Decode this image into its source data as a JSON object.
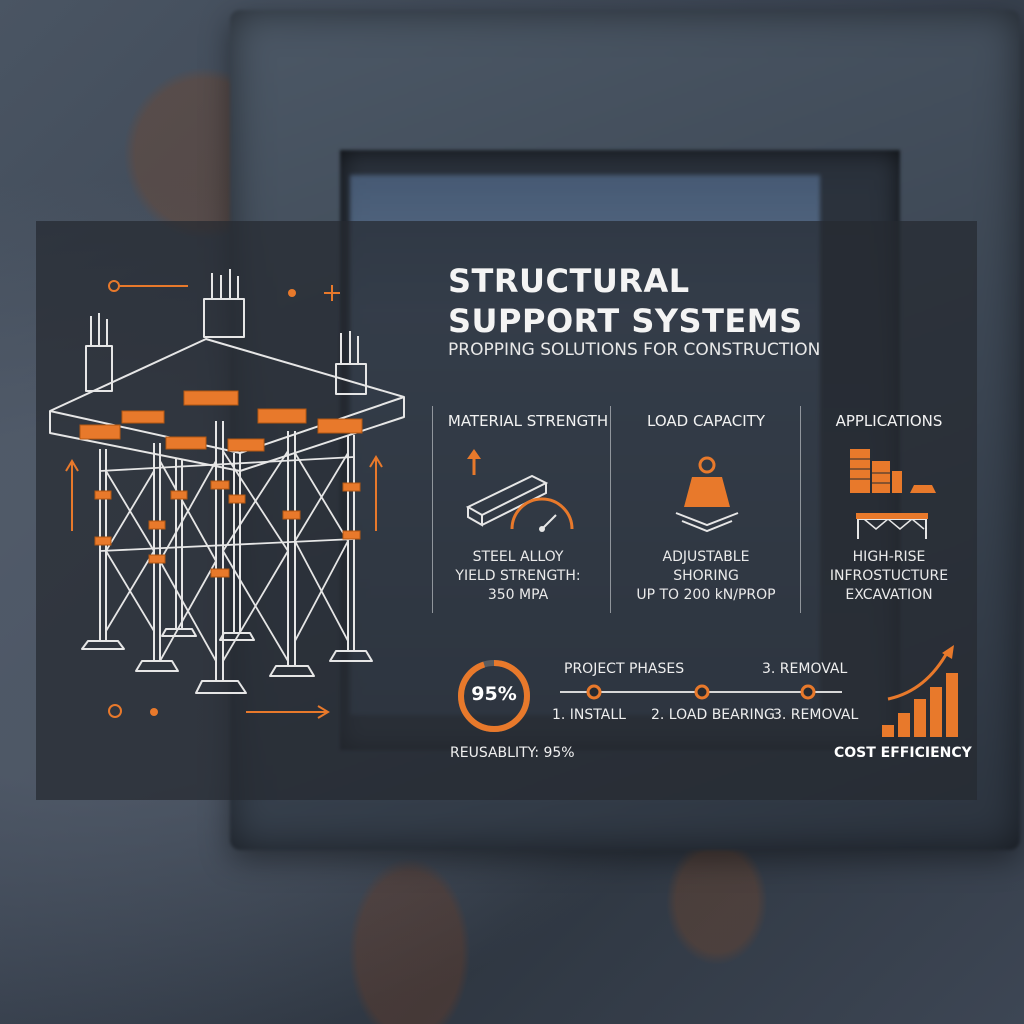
{
  "title_line1": "STRUCTURAL",
  "title_line2": "SUPPORT SYSTEMS",
  "subtitle": "PROPPING SOLUTIONS FOR CONSTRUCTION",
  "columns": [
    {
      "heading": "MATERIAL STRENGTH",
      "lines": [
        "STEEL ALLOY",
        "YIELD STRENGTH:",
        "350 MPA"
      ],
      "icon": "steel-beam-gauge-icon"
    },
    {
      "heading": "LOAD CAPACITY",
      "lines": [
        "ADJUSTABLE",
        "SHORING",
        "UP TO 200 kN/PROP"
      ],
      "icon": "weight-icon"
    },
    {
      "heading": "APPLICATIONS",
      "lines": [
        "HIGH-RISE",
        "INFROSTUCTURE",
        "EXCAVATION"
      ],
      "icon": "buildings-bridge-icon"
    }
  ],
  "reusability": {
    "percent_text": "95%",
    "percent_value": 95,
    "label": "REUSABLITY: 95%"
  },
  "phases": {
    "title": "PROJECT PHASES",
    "top_right_label": "3. REMOVAL",
    "steps": [
      "1. INSTALL",
      "2. LOAD BEARING",
      "3. REMOVAL"
    ]
  },
  "cost": {
    "label": "COST EFFICIENCY",
    "icon": "rising-bar-chart-icon"
  },
  "colors": {
    "accent": "#e8792b",
    "line": "#e6e6e6",
    "panel": "#262a30"
  }
}
